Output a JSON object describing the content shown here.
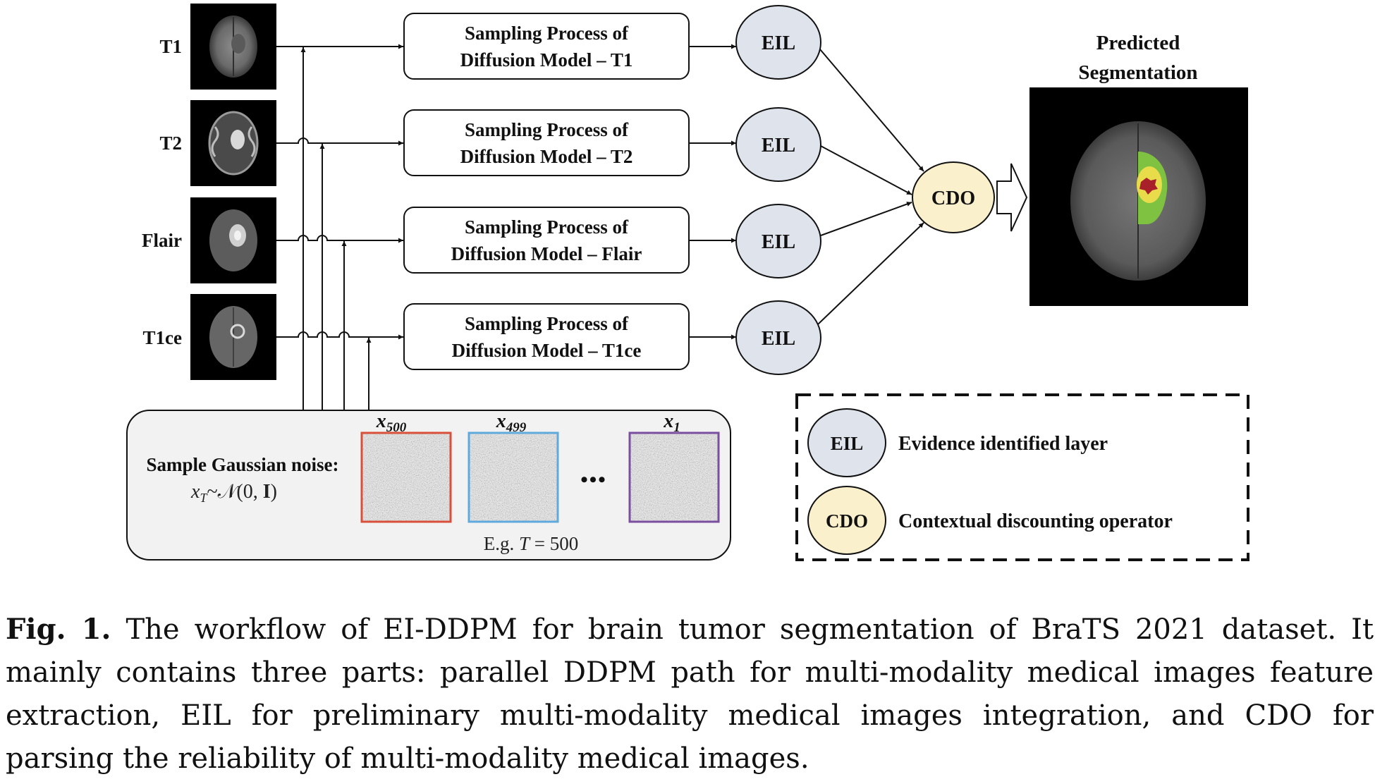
{
  "figure": {
    "modalities": [
      "T1",
      "T2",
      "Flair",
      "T1ce"
    ],
    "sampling_box": {
      "line1": "Sampling Process of",
      "line2": [
        "Diffusion Model – T1",
        "Diffusion Model – T2",
        "Diffusion Model – Flair",
        "Diffusion Model – T1ce"
      ]
    },
    "eil_label": "EIL",
    "cdo_label": "CDO",
    "output_title": [
      "Predicted",
      "Segmentation"
    ],
    "noise_panel": {
      "label": "Sample Gaussian noise:",
      "formula": "xᵀ ~ 𝒩(0, I)",
      "formula_parts": {
        "x": "x",
        "sub": "T",
        "rest": "~𝒩(0, ",
        "I": "I",
        "close": ")"
      },
      "samples": [
        {
          "base": "x",
          "sub": "500",
          "color": "#d9503a"
        },
        {
          "base": "x",
          "sub": "499",
          "color": "#5fa9dd"
        },
        {
          "base": "x",
          "sub": "1",
          "color": "#7a4fa0"
        }
      ],
      "ellipsis": "•••",
      "example_prefix": "E.g. ",
      "example_var": "T",
      "example_suffix": " = 500"
    },
    "legend": [
      {
        "symbol": "EIL",
        "text": "Evidence identified layer",
        "fill": "#dfe3ec"
      },
      {
        "symbol": "CDO",
        "text": "Contextual discounting operator",
        "fill": "#fbf0cc"
      }
    ],
    "colors": {
      "eil_fill": "#dfe3ec",
      "cdo_fill": "#fbf0cc",
      "tumor_edema": "#7fc241",
      "tumor_core": "#e8dc4a",
      "tumor_enhancing": "#a8202a"
    }
  },
  "caption": {
    "label": "Fig. 1.",
    "text": "The workflow of EI-DDPM for brain tumor segmentation of BraTS 2021 dataset. It mainly contains three parts: parallel DDPM path for multi-modality medical images feature extraction, EIL for preliminary multi-modality medical images integra­tion, and CDO for parsing the reliability of multi-modality medical images."
  }
}
